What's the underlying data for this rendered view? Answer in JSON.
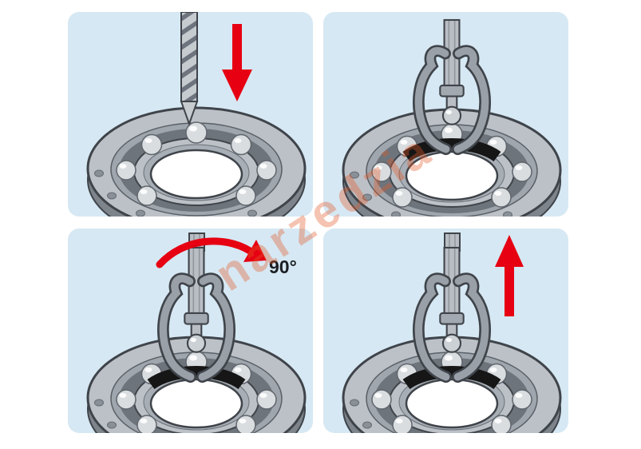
{
  "figure": {
    "type": "instructional-diagram",
    "subject": "bearing-internal-extractor-usage-steps",
    "watermark": "narzedzia",
    "colors": {
      "panel_bg": "#d6e8f3",
      "arrow": "#e60012",
      "metal_light": "#bcc1c7",
      "metal_mid": "#9aa0a7",
      "metal_dark": "#6e747b",
      "outline": "#3f444a",
      "slot": "#161616",
      "watermark": "rgba(228,90,40,0.36)"
    },
    "panels": [
      {
        "step": 1,
        "tool": "drill-bit-extractor",
        "arrow": "down",
        "label": ""
      },
      {
        "step": 2,
        "tool": "puller-claws",
        "arrow": "none",
        "label": ""
      },
      {
        "step": 3,
        "tool": "puller-claws",
        "arrow": "rotate-clockwise",
        "label": "90°"
      },
      {
        "step": 4,
        "tool": "puller-claws",
        "arrow": "up",
        "label": ""
      }
    ]
  }
}
